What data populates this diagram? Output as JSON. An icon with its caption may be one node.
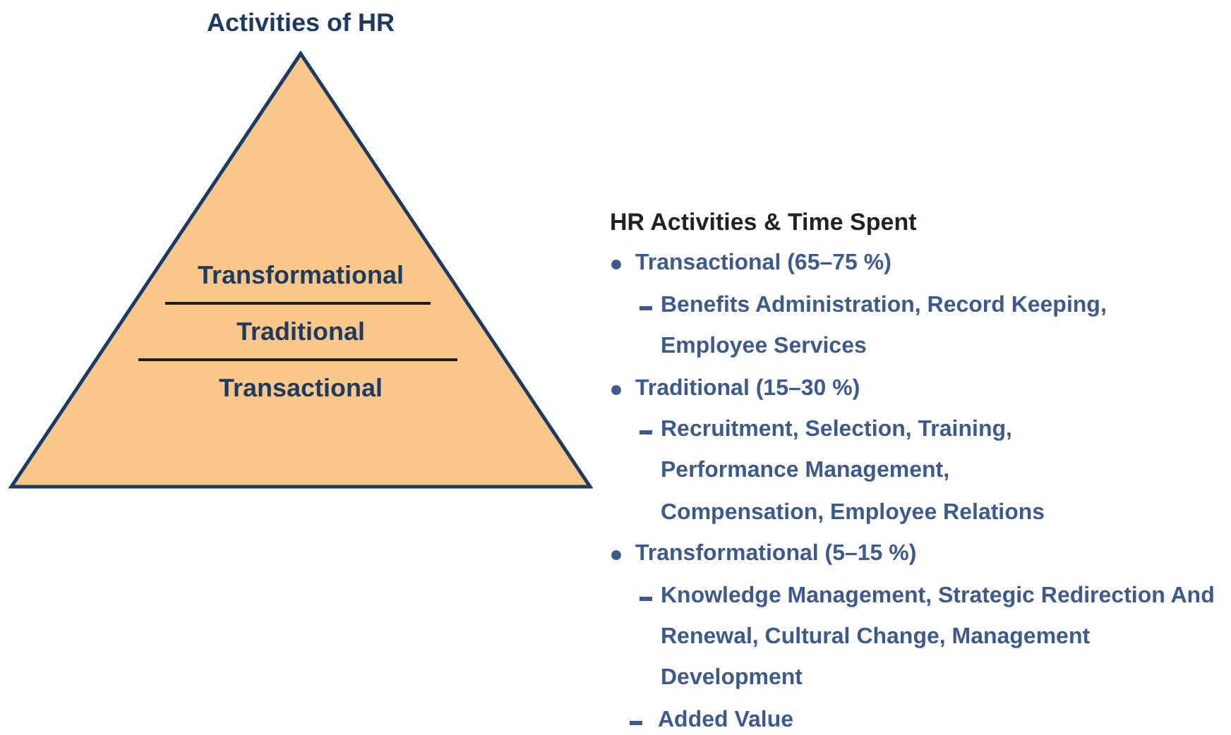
{
  "diagram": {
    "title": "Activities of HR",
    "nodes": [
      {
        "text": [
          "Transformational",
          "Traditional",
          "Transactional"
        ]
      }
    ],
    "labels": [
      "HR Activities & Time Spent",
      "Transactional (65–75 %)",
      "Benefits Administration, Record Keeping, Employee Services",
      "Traditional (15–30 %)",
      "Recruitment, Selection, Training, Performance Management, Compensation, Employee Relations",
      "Transformational (5–15 %)",
      "Knowledge Management, Strategic Redirection And Renewal, Cultural Change, Management Development",
      "Added Value"
    ]
  }
}
